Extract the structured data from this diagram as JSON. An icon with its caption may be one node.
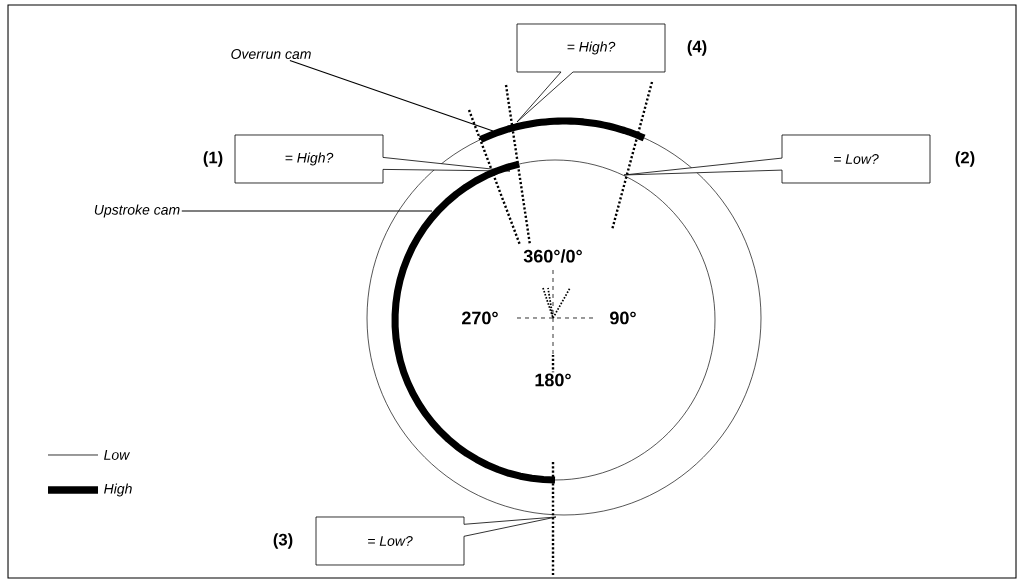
{
  "diagram": {
    "nodes": [
      {
        "text": [
          "= High?"
        ],
        "beside": [
          "(4)"
        ]
      },
      {
        "text": [
          "Overrun cam"
        ]
      },
      {
        "text": [
          "= High?"
        ],
        "beside": [
          "(1)"
        ]
      },
      {
        "text": [
          "= Low?"
        ],
        "beside": [
          "(2)"
        ]
      },
      {
        "text": [
          "Upstroke cam"
        ]
      },
      {
        "text": [
          "= Low?"
        ],
        "beside": [
          "(3)"
        ]
      },
      {
        "text": [],
        "shape": "arc"
      },
      {
        "text": [],
        "shape": "arc"
      }
    ],
    "edges": [
      {
        "from": 1,
        "to": 6,
        "arrow": "none"
      },
      {
        "from": 4,
        "to": 7,
        "arrow": "none"
      }
    ],
    "labels": [
      "360°/0°",
      "270°",
      "90°",
      "180°"
    ],
    "legend": [
      {
        "text": "Low"
      },
      {
        "text": "High"
      }
    ]
  }
}
